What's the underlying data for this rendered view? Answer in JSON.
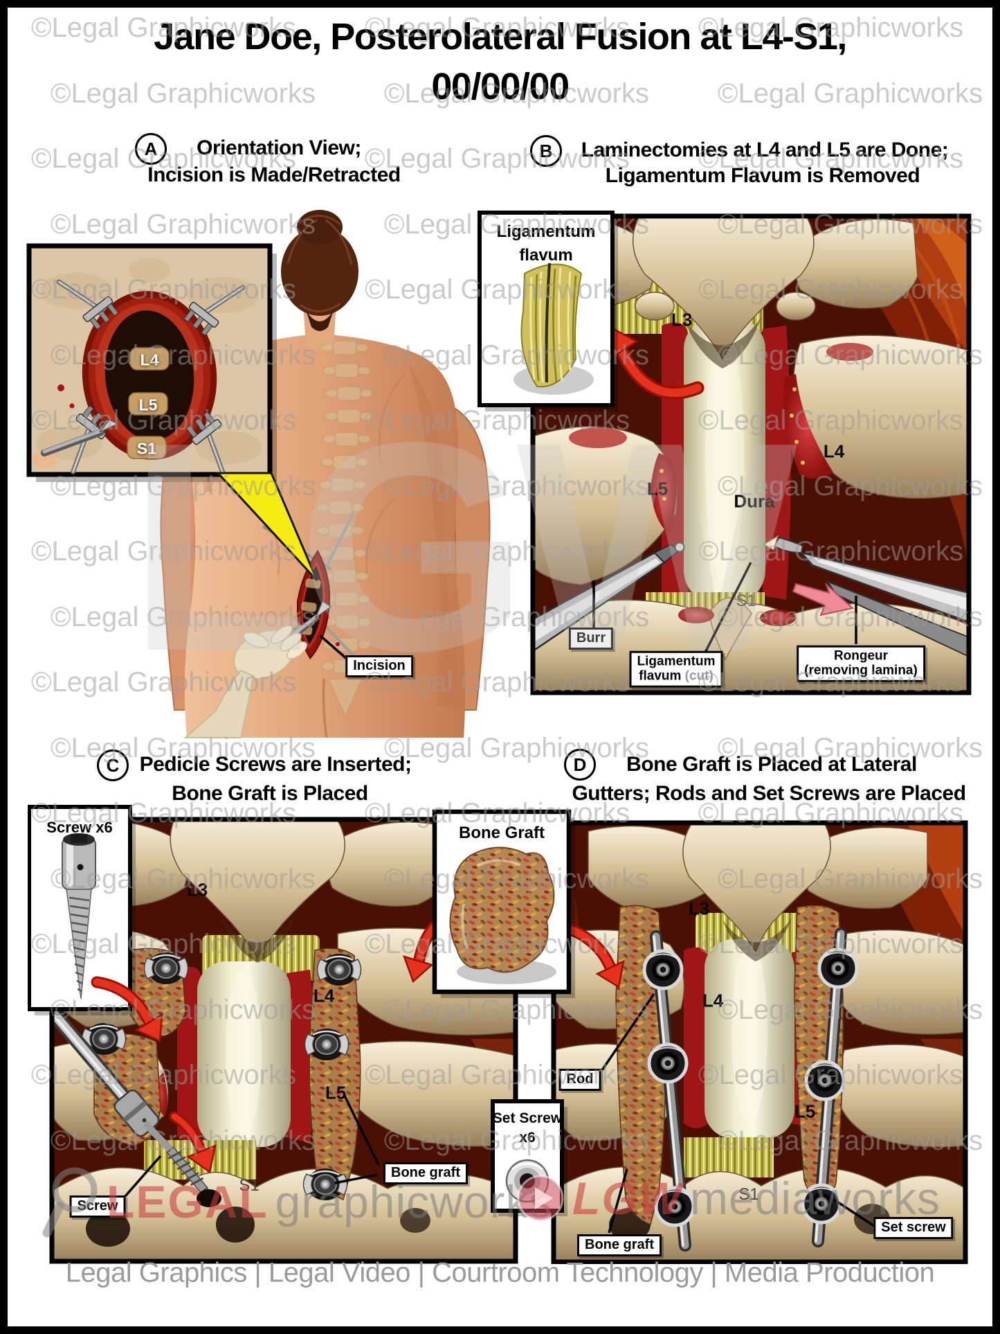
{
  "page": {
    "title_line1": "Jane Doe, Posterolateral Fusion at L4-S1,",
    "title_line2": "00/00/00",
    "footer": "Legal Graphics | Legal Video | Courtroom Technology | Media Production"
  },
  "watermark": {
    "tile_text": "©Legal Graphicworks",
    "big_text": "LGW",
    "legal_logo_red": "LEGAL",
    "legal_logo_gray": "graphicworks",
    "media_logo_red": "LGW",
    "media_logo_gray": "mediaworks"
  },
  "colors": {
    "callout_yellow": "#f6ec12",
    "arrow_red": "#e6311c",
    "muscle_dark": "#4a1004",
    "bone_light": "#f2e7cc",
    "dura": "#f2efd2",
    "watermark_gray": "#9b9b9b"
  },
  "panel_a": {
    "letter": "A",
    "title_line1": "Orientation View;",
    "title_line2": "Incision is Made/Retracted",
    "inset": {
      "l4": "L4",
      "l5": "L5",
      "s1": "S1"
    },
    "labels": {
      "incision": "Incision"
    }
  },
  "panel_b": {
    "letter": "B",
    "title_line1": "Laminectomies at L4 and L5 are Done;",
    "title_line2": "Ligamentum Flavum is Removed",
    "inset_title_line1": "Ligamentum",
    "inset_title_line2": "flavum",
    "labels": {
      "l3": "L3",
      "l4": "L4",
      "l5": "L5",
      "s1": "S1",
      "dura": "Dura",
      "burr": "Burr",
      "flavum_cut_line1": "Ligamentum",
      "flavum_cut_line2a": "flavum",
      "flavum_cut_line2b": "(cut)",
      "rongeur_line1": "Rongeur",
      "rongeur_line2": "(removing lamina)"
    }
  },
  "panel_c": {
    "letter": "C",
    "title_line1": "Pedicle Screws are Inserted;",
    "title_line2": "Bone Graft is Placed",
    "inset_title": "Screw x6",
    "labels": {
      "l3": "L3",
      "l4": "L4",
      "l5": "L5",
      "s1": "S1",
      "bone_graft": "Bone graft",
      "screw": "Screw"
    }
  },
  "panel_d": {
    "letter": "D",
    "title_line1": "Bone Graft is Placed at Lateral",
    "title_line2": "Gutters; Rods and Set Screws are Placed",
    "inset_graft_title": "Bone Graft",
    "inset_setscrew_line1": "Set Screw",
    "inset_setscrew_line2": "x6",
    "labels": {
      "l3": "L3",
      "l4": "L4",
      "l5": "L5",
      "s1": "S1",
      "rod": "Rod",
      "set_screw": "Set screw",
      "bone_graft": "Bone graft"
    }
  }
}
